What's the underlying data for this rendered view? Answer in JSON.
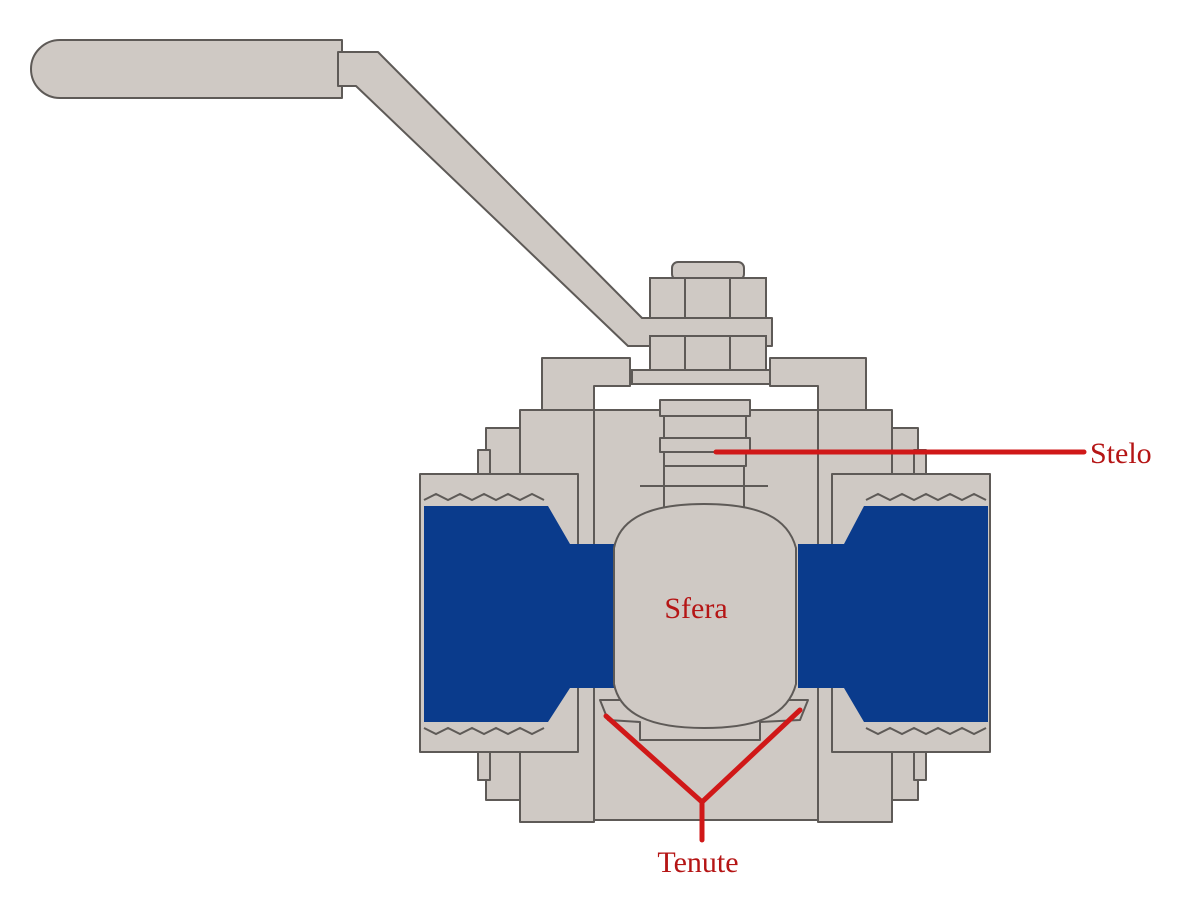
{
  "colors": {
    "background": "#ffffff",
    "metal": "#cfc9c4",
    "outline": "#5e5a57",
    "fluid": "#0a3b8c",
    "label": "#b51515",
    "leader": "#d01818"
  },
  "labels": {
    "stem": "Stelo",
    "ball": "Sfera",
    "seals": "Tenute"
  }
}
